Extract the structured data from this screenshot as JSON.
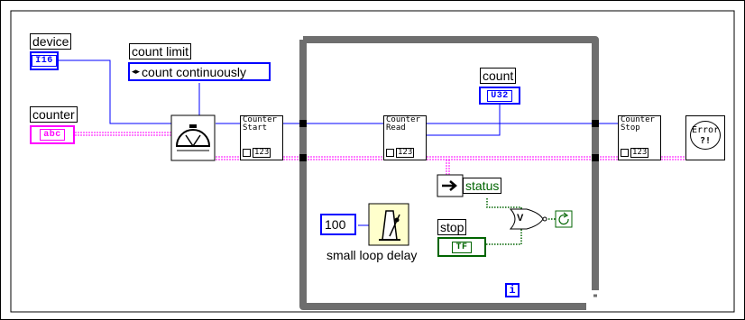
{
  "labels": {
    "device": "device",
    "count_limit": "count limit",
    "counter": "counter",
    "count": "count",
    "status": "status",
    "stop": "stop",
    "small_loop_delay": "small loop delay"
  },
  "terminals": {
    "device_type": "I16",
    "counter_type": "abc",
    "count_type": "U32",
    "stop_type": "TF",
    "count_limit_value": "count continuously",
    "delay_constant": "100",
    "loop_iteration": "i"
  },
  "subvis": {
    "counter_start_top": "Counter",
    "counter_start_bottom": "Start",
    "counter_read_top": "Counter",
    "counter_read_bottom": "Read",
    "counter_stop_top": "Counter",
    "counter_stop_bottom": "Stop",
    "error_top": "Error",
    "error_bottom": "?!",
    "badge": "123",
    "or_symbol": "V"
  },
  "colors": {
    "numeric_wire": "#0000ff",
    "string_wire": "#ff00ff",
    "boolean_wire": "#006400",
    "loop_border": "#6e6e6e"
  }
}
